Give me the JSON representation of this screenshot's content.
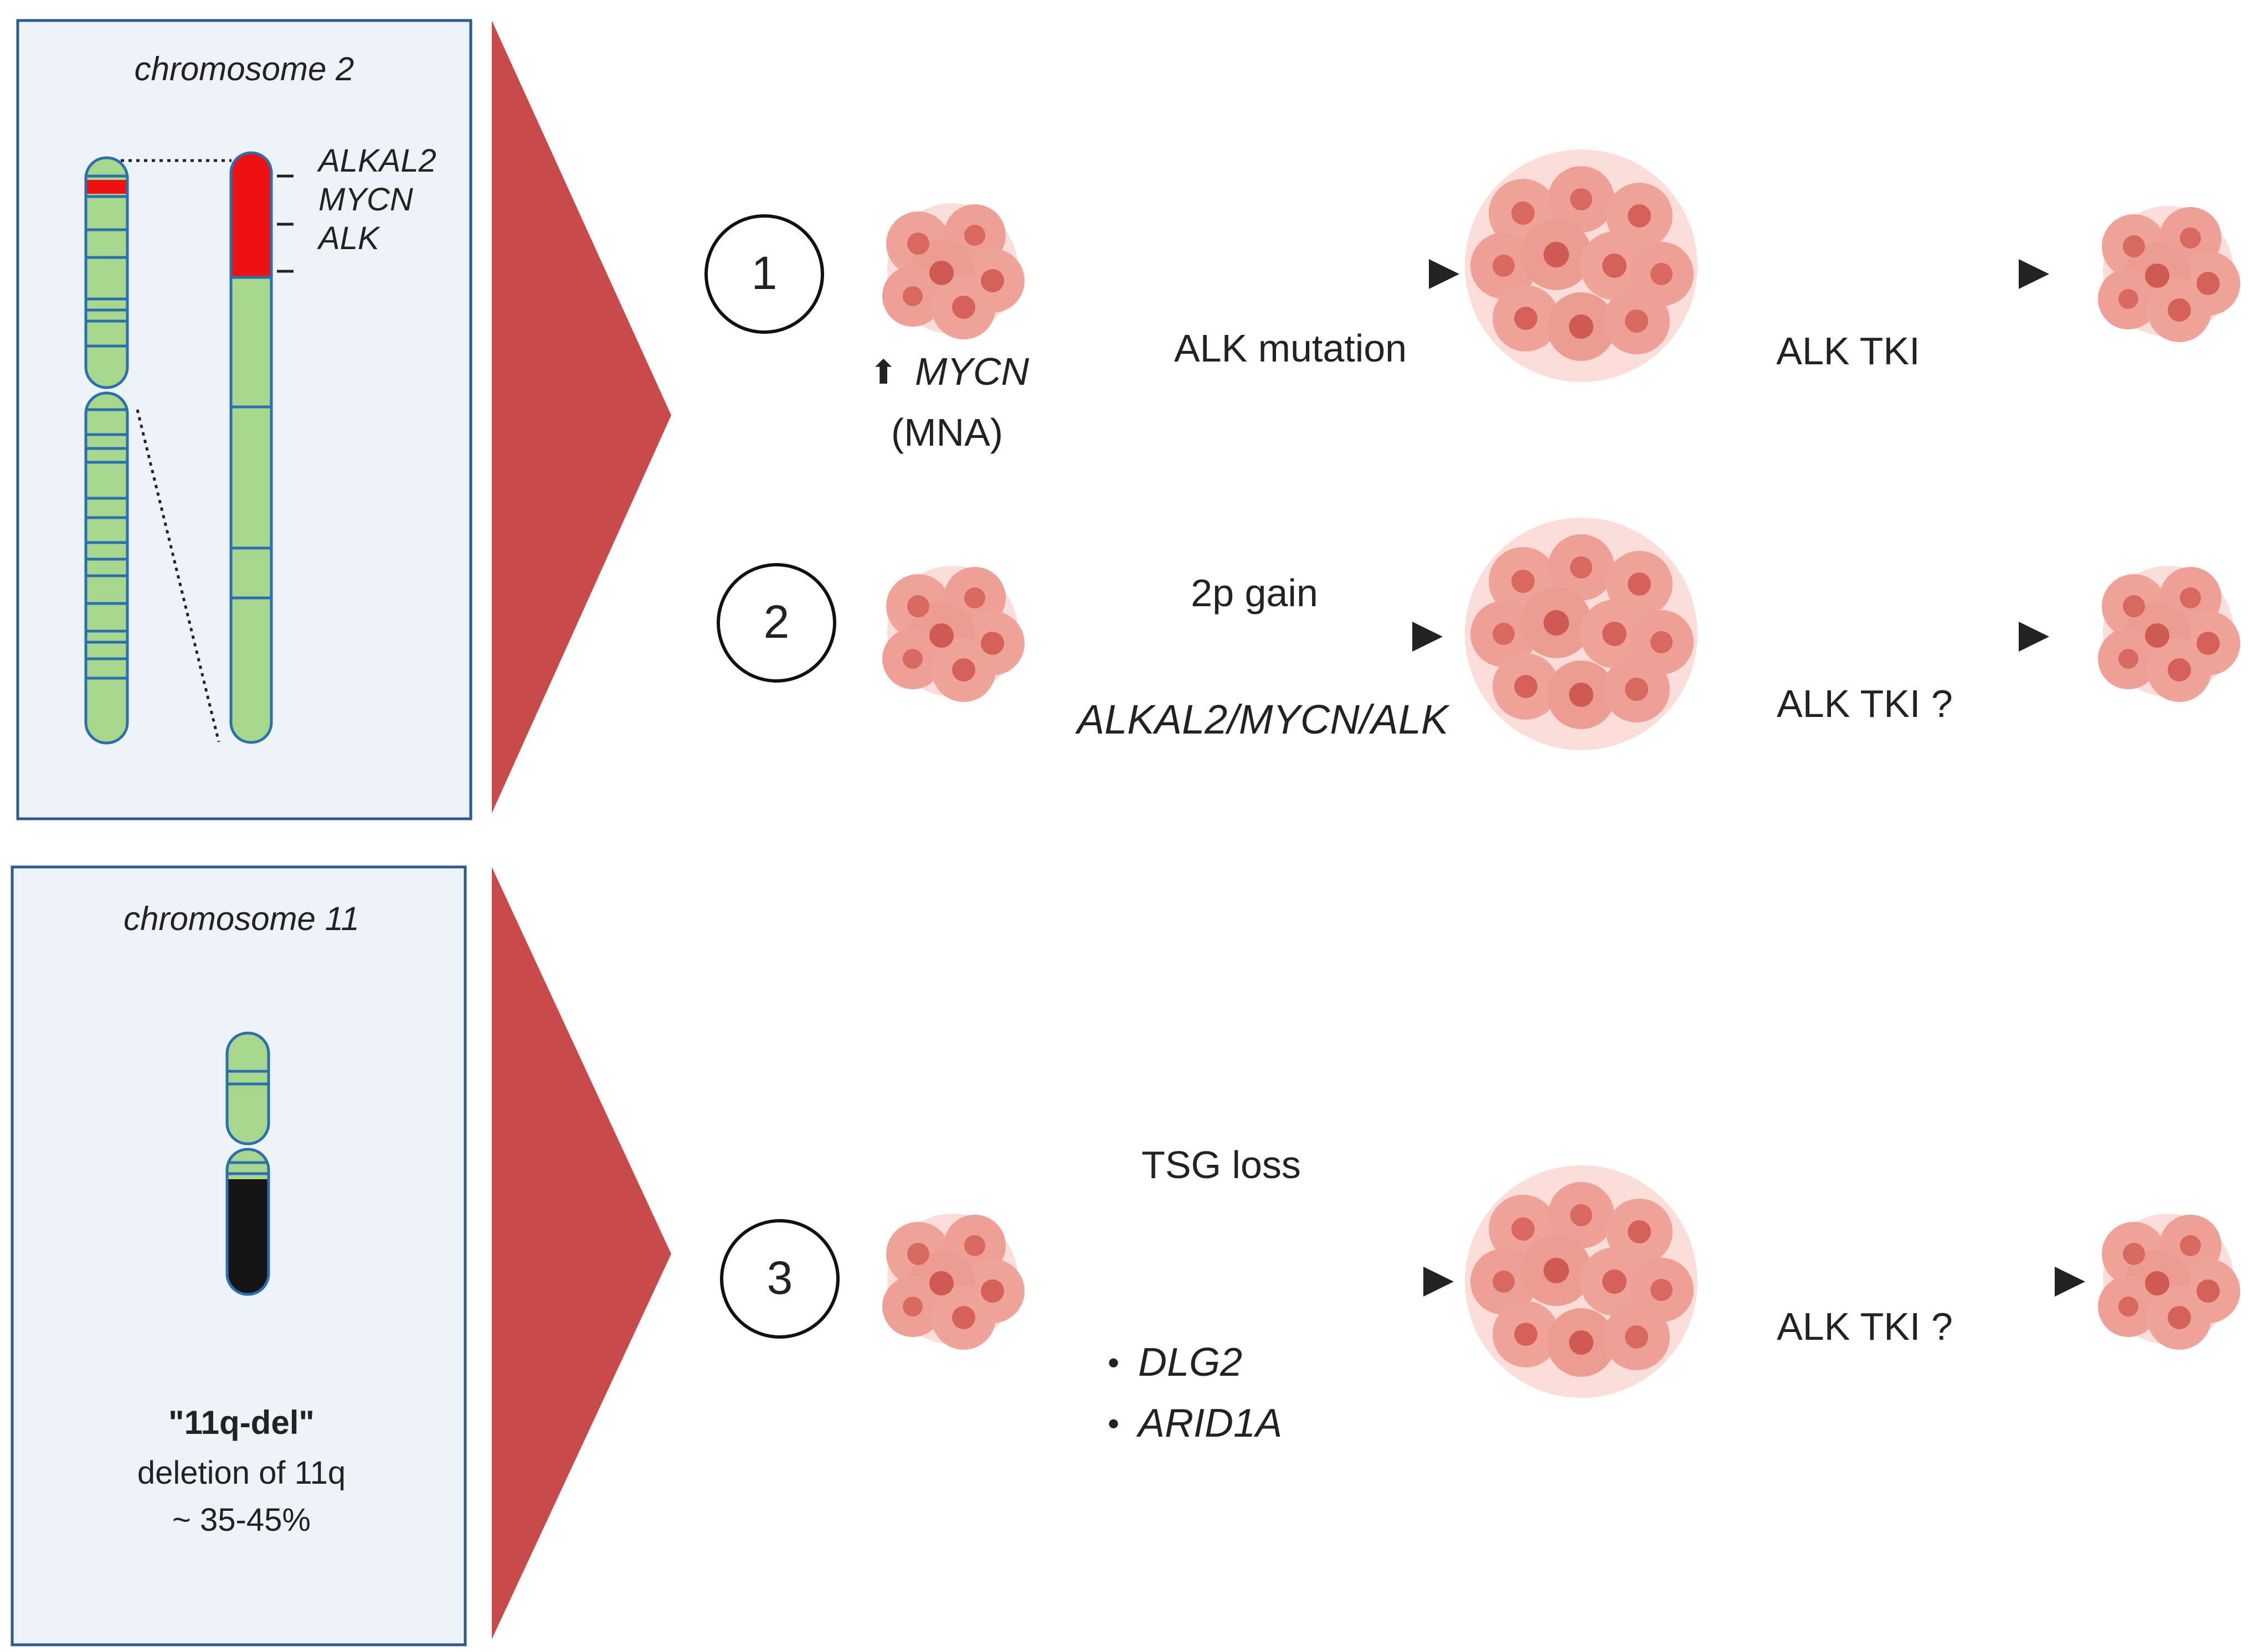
{
  "panel_chr2": {
    "title": "chromosome 2",
    "gene_labels": [
      "ALKAL2",
      "MYCN",
      "ALK"
    ]
  },
  "panel_chr11": {
    "title": "chromosome 11",
    "caption_bold": "\"11q-del\"",
    "caption_line1": "deletion of 11q",
    "caption_line2": "~ 35-45%"
  },
  "pathway1": {
    "number": "1",
    "start_arrow_symbol": "⬆",
    "start_gene": "MYCN",
    "start_sub": "(MNA)",
    "arrow1_label": "ALK mutation",
    "arrow2_label": "ALK TKI"
  },
  "pathway2": {
    "number": "2",
    "arrow1_label_top": "2p gain",
    "arrow1_label_bottom": "ALKAL2/MYCN/ALK",
    "arrow2_label": "ALK TKI ?"
  },
  "pathway3": {
    "number": "3",
    "arrow1_label_top": "TSG loss",
    "bullet_char": "•",
    "bullets": [
      "DLG2",
      "ARID1A"
    ],
    "arrow2_label": "ALK TKI ?"
  },
  "colors": {
    "panel_bg": "#eef3f9",
    "panel_border": "#2e5a8c",
    "chromosome_fill": "#a6d78c",
    "chromosome_stroke": "#2b6fb0",
    "highlight_red": "#ee1111",
    "deletion_black": "#141414",
    "wedge_red": "#c94a4a",
    "cell_base": "#f2a49a",
    "cell_nucleus": "#d9685f"
  }
}
